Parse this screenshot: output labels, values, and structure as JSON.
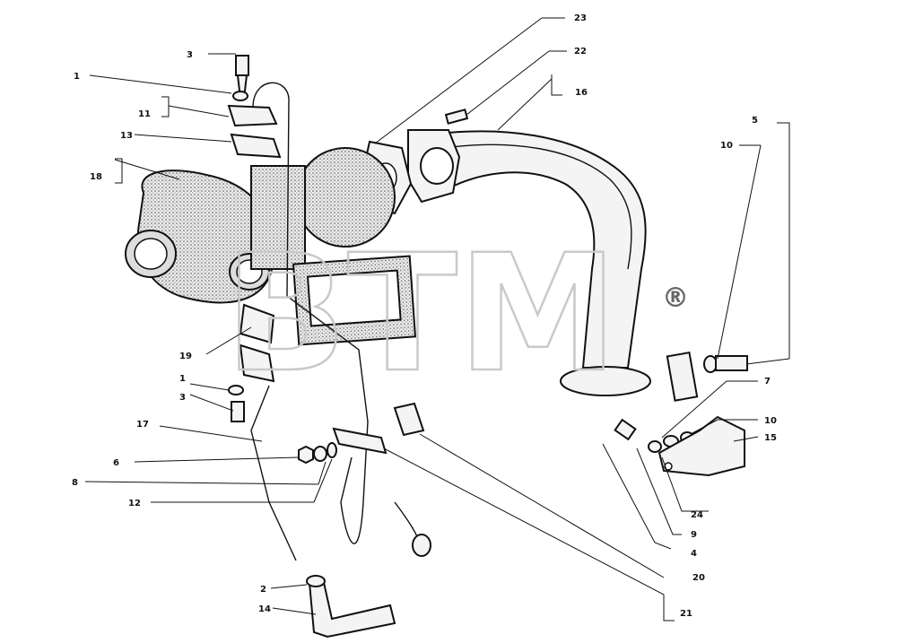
{
  "watermark": {
    "text": "BTM",
    "mark": "®"
  },
  "callouts": [
    {
      "id": "c1a",
      "text": "1"
    },
    {
      "id": "c3a",
      "text": "3"
    },
    {
      "id": "c11",
      "text": "11"
    },
    {
      "id": "c13",
      "text": "13"
    },
    {
      "id": "c18",
      "text": "18"
    },
    {
      "id": "c19",
      "text": "19"
    },
    {
      "id": "c1b",
      "text": "1"
    },
    {
      "id": "c3b",
      "text": "3"
    },
    {
      "id": "c17",
      "text": "17"
    },
    {
      "id": "c6",
      "text": "6"
    },
    {
      "id": "c8",
      "text": "8"
    },
    {
      "id": "c12",
      "text": "12"
    },
    {
      "id": "c2",
      "text": "2"
    },
    {
      "id": "c14",
      "text": "14"
    },
    {
      "id": "c23",
      "text": "23"
    },
    {
      "id": "c22",
      "text": "22"
    },
    {
      "id": "c16",
      "text": "16"
    },
    {
      "id": "c5",
      "text": "5"
    },
    {
      "id": "c10a",
      "text": "10"
    },
    {
      "id": "c7",
      "text": "7"
    },
    {
      "id": "c10b",
      "text": "10"
    },
    {
      "id": "c15",
      "text": "15"
    },
    {
      "id": "c24",
      "text": "24"
    },
    {
      "id": "c9",
      "text": "9"
    },
    {
      "id": "c4",
      "text": "4"
    },
    {
      "id": "c20",
      "text": "20"
    },
    {
      "id": "c21",
      "text": "21"
    }
  ]
}
